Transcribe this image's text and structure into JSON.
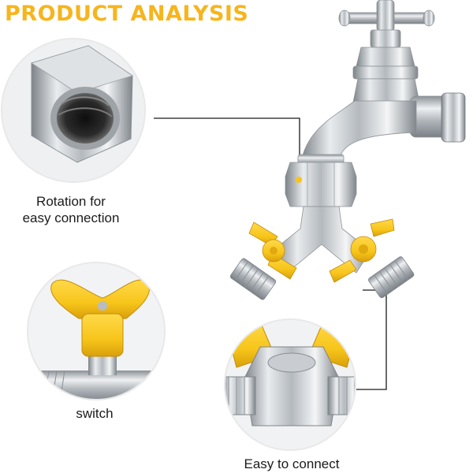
{
  "header": {
    "title": "PRODUCT ANALYSIS"
  },
  "captions": {
    "rotation_line1": "Rotation for",
    "rotation_line2": "easy connection",
    "switch": "switch",
    "easy_connect": "Easy to connect"
  },
  "colors": {
    "title": "#f6b51d",
    "handle_yellow": "#f7c51a",
    "chrome": "#c8ccd0",
    "callout_line": "#1a1a1a",
    "circle_border": "#e8e8e8"
  },
  "icons": {
    "product": "tap-with-dual-valve-adapter",
    "detail_top": "hex-nut-thread-detail",
    "detail_left": "butterfly-valve-handle-detail",
    "detail_bottom": "y-splitter-connector-detail"
  }
}
